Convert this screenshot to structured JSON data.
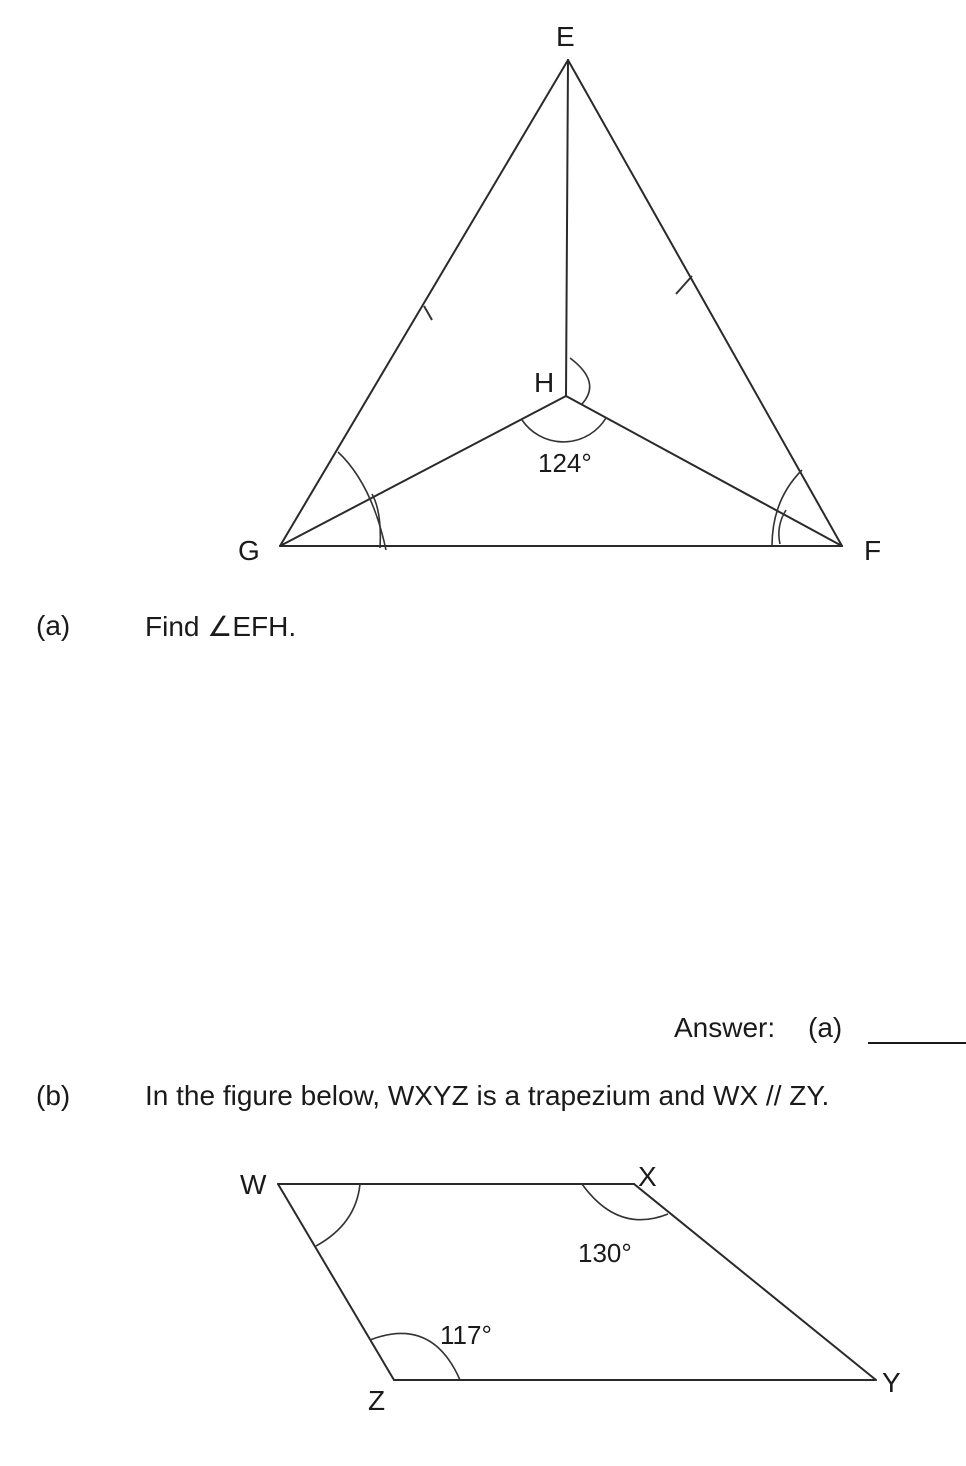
{
  "figure_1": {
    "vertices": {
      "E": "E",
      "F": "F",
      "G": "G",
      "H": "H"
    },
    "angle_label": "124°"
  },
  "part_a": {
    "label": "(a)",
    "question": "Find ∠EFH."
  },
  "answer": {
    "prefix": "Answer:",
    "part": "(a)"
  },
  "part_b": {
    "label": "(b)",
    "question": "In the figure below, WXYZ is a trapezium and WX // ZY."
  },
  "figure_2": {
    "vertices": {
      "W": "W",
      "X": "X",
      "Y": "Y",
      "Z": "Z"
    },
    "angle_x": "130°",
    "angle_z": "117°"
  }
}
